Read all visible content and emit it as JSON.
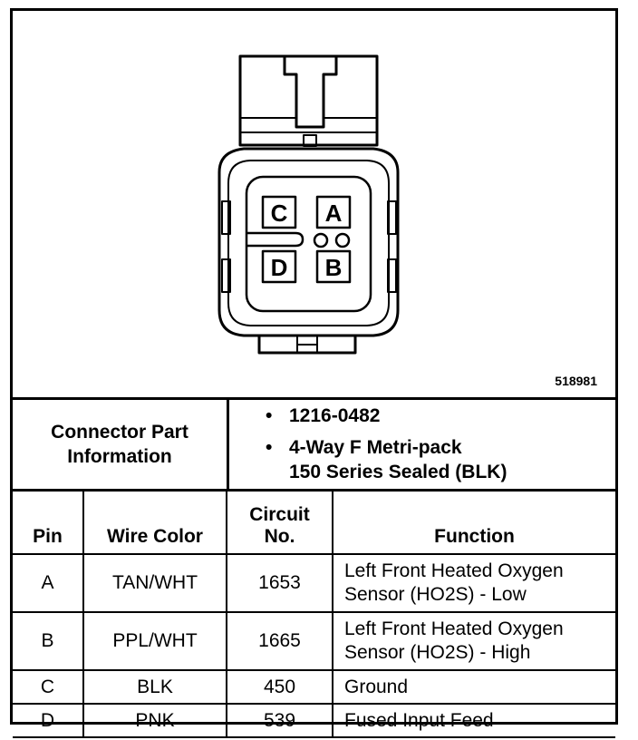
{
  "figure": {
    "code": "518981",
    "pins": {
      "c": "C",
      "a": "A",
      "d": "D",
      "b": "B"
    }
  },
  "connector_info": {
    "label_line1": "Connector Part",
    "label_line2": "Information",
    "bullets": [
      {
        "symbol": "•",
        "lines": [
          "1216-0482"
        ]
      },
      {
        "symbol": "•",
        "lines": [
          "4-Way F Metri-pack",
          "150 Series Sealed (BLK)"
        ]
      }
    ]
  },
  "table": {
    "headers": {
      "pin": "Pin",
      "wire_color": "Wire Color",
      "circuit_line1": "Circuit",
      "circuit_line2": "No.",
      "function": "Function"
    },
    "rows": [
      {
        "pin": "A",
        "wire_color": "TAN/WHT",
        "circuit": "1653",
        "function_line1": "Left Front Heated Oxygen",
        "function_line2": "Sensor (HO2S) - Low"
      },
      {
        "pin": "B",
        "wire_color": "PPL/WHT",
        "circuit": "1665",
        "function_line1": "Left Front Heated Oxygen",
        "function_line2": "Sensor (HO2S) - High"
      },
      {
        "pin": "C",
        "wire_color": "BLK",
        "circuit": "450",
        "function_line1": "Ground",
        "function_line2": ""
      },
      {
        "pin": "D",
        "wire_color": "PNK",
        "circuit": "539",
        "function_line1": "Fused Input Feed",
        "function_line2": ""
      }
    ]
  }
}
